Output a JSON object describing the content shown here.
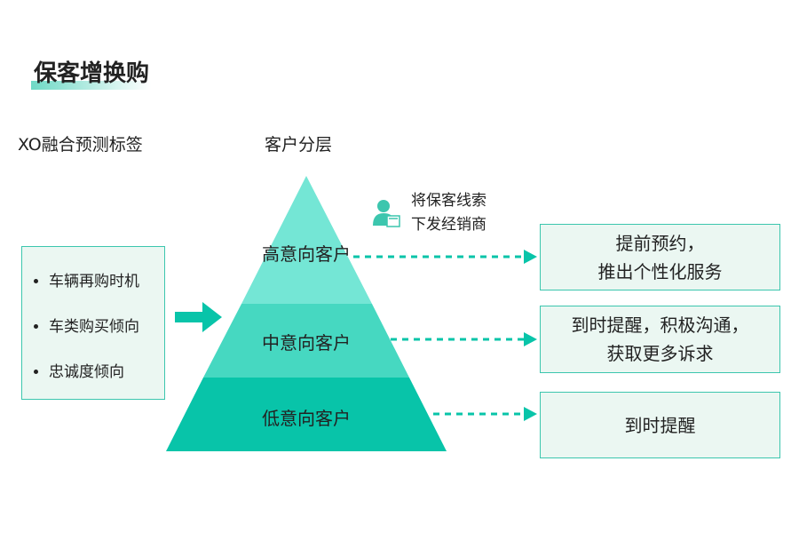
{
  "title": "保客增换购",
  "left": {
    "heading": "XO融合预测标签",
    "items": [
      "车辆再购时机",
      "车类购买倾向",
      "忠诚度倾向"
    ]
  },
  "middle": {
    "heading": "客户分层",
    "layers": [
      "高意向客户",
      "中意向客户",
      "低意向客户"
    ],
    "colors": [
      "#74e6d5",
      "#46d8c1",
      "#08c4a9"
    ]
  },
  "note": {
    "line1": "将保客线索",
    "line2": "下发经销商"
  },
  "actions": [
    {
      "line1": "提前预约，",
      "line2": "推出个性化服务"
    },
    {
      "line1": "到时提醒，积极沟通，",
      "line2": "获取更多诉求"
    },
    {
      "line1": "到时提醒",
      "line2": ""
    }
  ],
  "accent": "#08c4a9"
}
